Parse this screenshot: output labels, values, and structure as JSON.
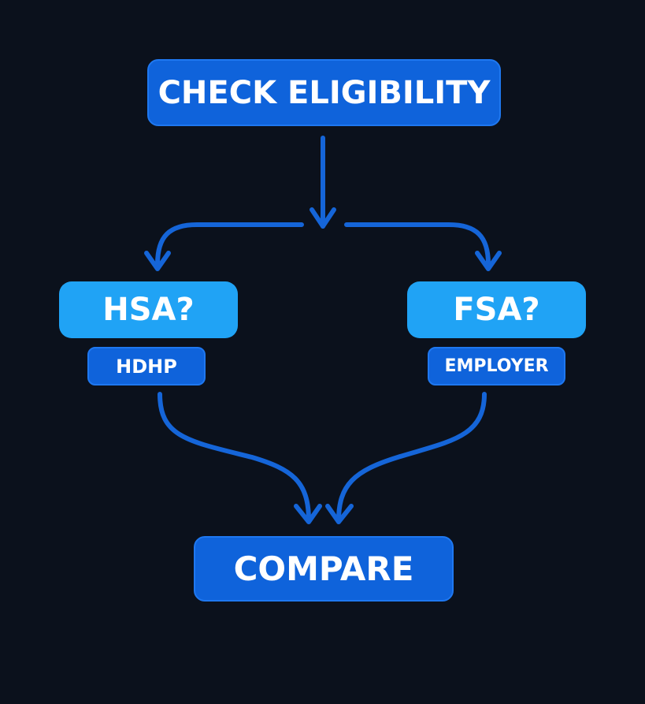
{
  "nodes": {
    "check": "CHECK ELIGIBILITY",
    "hsa": "HSA?",
    "fsa": "FSA?",
    "hdhp": "HDHP",
    "employer": "EMPLOYER",
    "compare": "COMPARE"
  },
  "colors": {
    "background": "#0b111c",
    "primary_box": "#0f63db",
    "secondary_box": "#20a3f5",
    "arrow": "#1565d8",
    "text": "#ffffff"
  }
}
